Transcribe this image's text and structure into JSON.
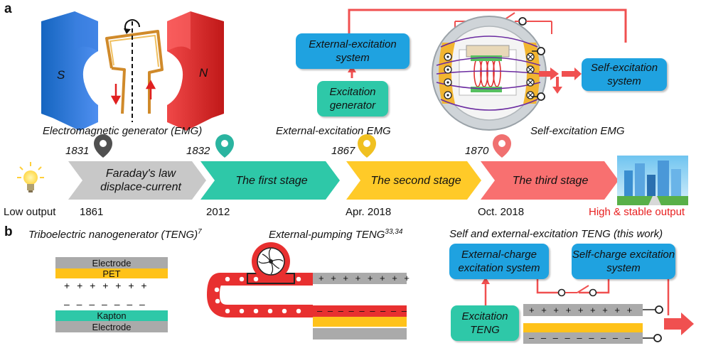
{
  "panels": {
    "a": "a",
    "b": "b"
  },
  "emg": {
    "caption": "Electromagnetic generator (EMG)",
    "pole_s": "S",
    "pole_n": "N"
  },
  "ext_emg": {
    "caption": "External-excitation EMG",
    "box_system": "External-excitation system",
    "box_generator": "Excitation generator"
  },
  "self_emg": {
    "caption": "Self-excitation EMG",
    "box_system": "Self-excitation system"
  },
  "timeline": {
    "start_label": "Low output",
    "end_label": "High & stable output",
    "stages": [
      {
        "label": "Faraday's law displace-current",
        "year_top": "1831",
        "year_bottom": "1861"
      },
      {
        "label": "The first stage",
        "year_top": "1832",
        "year_bottom": "2012"
      },
      {
        "label": "The second stage",
        "year_top": "1867",
        "year_bottom": "Apr. 2018"
      },
      {
        "label": "The third stage",
        "year_top": "1870",
        "year_bottom": "Oct. 2018"
      }
    ],
    "colors": {
      "grey": "#c8c8c8",
      "teal": "#2ec8a8",
      "yellow": "#ffca28",
      "red": "#f87070"
    }
  },
  "teng": {
    "caption": "Triboelectric nanogenerator (TENG)",
    "ref": "7",
    "layers": {
      "electrode_top": "Electrode",
      "pet": "PET",
      "kapton": "Kapton",
      "electrode_bottom": "Electrode"
    },
    "plus_signs": "+ + + + + + +",
    "minus_signs": "– – – – – – –"
  },
  "pump_teng": {
    "caption": "External-pumping TENG",
    "ref": "33,34",
    "plus_signs": "+ + + + + + + +",
    "minus_signs": "– – – – – – – – –"
  },
  "self_ext_teng": {
    "caption": "Self and external-excitation TENG (this work)",
    "box_external": "External-charge excitation system",
    "box_self": "Self-charge excitation system",
    "box_teng": "Excitation TENG",
    "plus_signs": "+ + + + + + + + +",
    "minus_signs": "– – – – – – – – –"
  },
  "colors": {
    "accent_red": "#f05050",
    "blue_box": "#1fa2e0",
    "teal_box": "#2ec8a8"
  }
}
